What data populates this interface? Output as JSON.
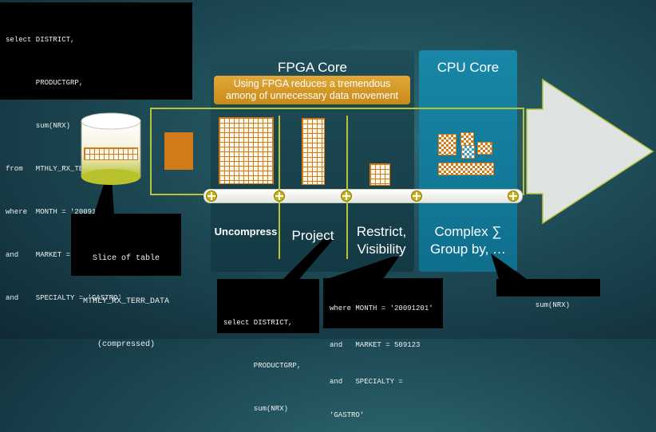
{
  "sql_main": {
    "lines": [
      "select DISTRICT,",
      "       PRODUCTGRP,",
      "       sum(NRX)",
      "from   MTHLY_RX_TERR_DATA",
      "where  MONTH = '20091201'",
      "and    MARKET = 509123",
      "and    SPECIALTY = 'GASTRO'"
    ]
  },
  "fpga": {
    "title": "FPGA Core",
    "note_line1": "Using FPGA reduces a tremendous",
    "note_line2": "among of unnecessary data movement"
  },
  "cpu": {
    "title": "CPU Core"
  },
  "stages": {
    "uncompress": "Uncompress",
    "project": "Project",
    "restrict_line1": "Restrict,",
    "restrict_line2": "Visibility",
    "complex_line1": "Complex ∑",
    "complex_line2": "Group by, …"
  },
  "slice_callout": {
    "line1": "Slice of table",
    "line2": "MTHLY_RX_TERR_DATA",
    "line3": "(compressed)"
  },
  "project_callout": {
    "line1": "select DISTRICT,",
    "line2": "       PRODUCTGRP,",
    "line3": "       sum(NRX)"
  },
  "restrict_callout": {
    "line1": "where MONTH = '20091201'",
    "line2": "and   MARKET = 509123",
    "line3": "and   SPECIALTY =",
    "line4": "'GASTRO'"
  },
  "cpu_callout": {
    "text": "sum(NRX)"
  },
  "colors": {
    "accent": "#b7c436",
    "orange": "#d07a1a",
    "fpga_panel": "#1a4651",
    "cpu_panel": "#1482a3"
  }
}
